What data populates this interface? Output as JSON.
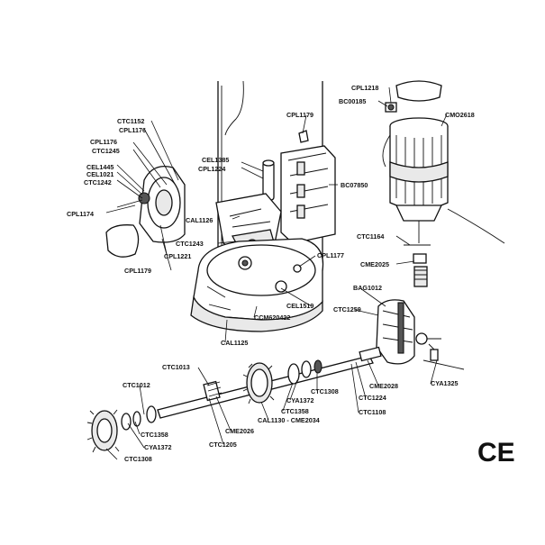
{
  "labels": {
    "ctc1152": "CTC1152",
    "cpl1176a": "CPL1176",
    "cpl1176b": "CPL1176",
    "ctc1245": "CTC1245",
    "cel1445": "CEL1445",
    "cel1021": "CEL1021",
    "ctc1242": "CTC1242",
    "cpl1174": "CPL1174",
    "cpl1221": "CPL1221",
    "cpl1179a": "CPL1179",
    "cpl1179b": "CPL1179",
    "cel1385": "CEL1385",
    "cpl1224": "CPL1224",
    "cal1126": "CAL1126",
    "ctc1243": "CTC1243",
    "cpl1218": "CPL1218",
    "bc00185": "BC00185",
    "cmo2618": "CMO2618",
    "bc07850": "BC07850",
    "ctc1164": "CTC1164",
    "cme2025": "CME2025",
    "cpl1177": "CPL1177",
    "cel1519": "CEL1519",
    "ccm620422": "CCM620422",
    "cal1125": "CAL1125",
    "bag1012": "BAG1012",
    "ctc1259": "CTC1259",
    "ctc1013": "CTC1013",
    "ctc1012": "CTC1012",
    "ctc1358a": "CTC1358",
    "cya1372a": "CYA1372",
    "ctc1308a": "CTC1308",
    "cme2026a": "CME2026",
    "ctc1205": "CTC1205",
    "ctc1308b": "CTC1308",
    "cya1372b": "CYA1372",
    "ctc1358b": "CTC1358",
    "cal1130": "CAL1130 - CME2034",
    "cme2028": "CME2028",
    "ctc1224": "CTC1224",
    "ctc1108": "CTC1108",
    "cya1325": "CYA1325"
  },
  "mark": "CE"
}
